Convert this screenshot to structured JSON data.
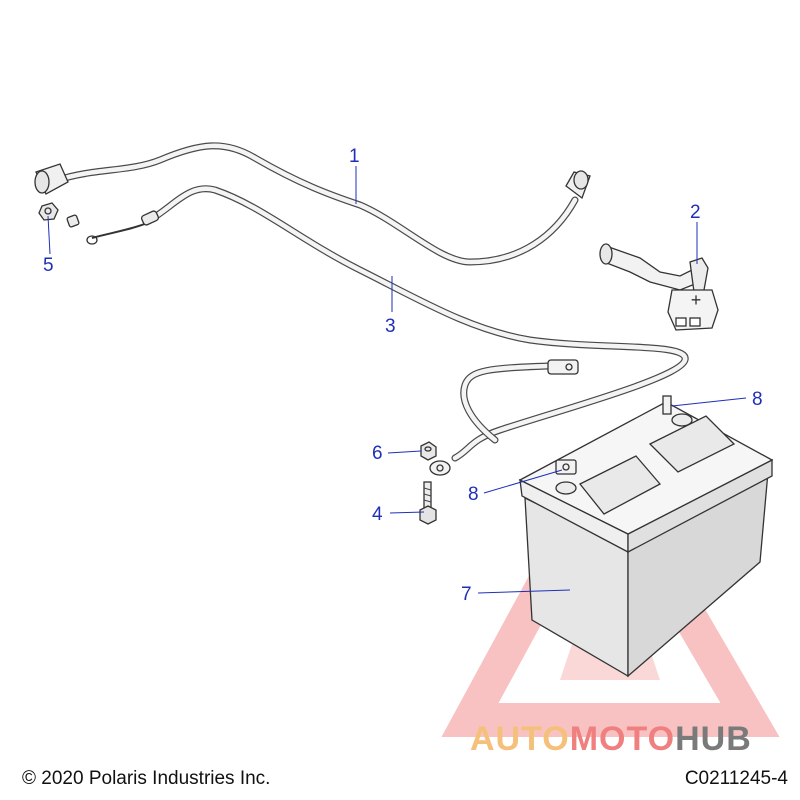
{
  "callouts": [
    {
      "id": "1",
      "label": "1"
    },
    {
      "id": "2",
      "label": "2"
    },
    {
      "id": "3",
      "label": "3"
    },
    {
      "id": "4",
      "label": "4"
    },
    {
      "id": "5",
      "label": "5"
    },
    {
      "id": "6",
      "label": "6"
    },
    {
      "id": "7",
      "label": "7"
    },
    {
      "id": "8a",
      "label": "8"
    },
    {
      "id": "8b",
      "label": "8"
    }
  ],
  "terminal_symbol": "+",
  "footer": {
    "copyright": "© 2020 Polaris Industries Inc.",
    "drawing_code": "C0211245-4"
  },
  "watermark": {
    "part1": "AUTO",
    "part2": "MOTO",
    "part3": "HUB",
    "colors": {
      "auto": "#f5c07a",
      "moto": "#f08080",
      "hub": "#7a7a7a",
      "logo": "#ef6b6b"
    }
  },
  "colors": {
    "callout": "#1f2fb8",
    "line_art": "#333333"
  }
}
